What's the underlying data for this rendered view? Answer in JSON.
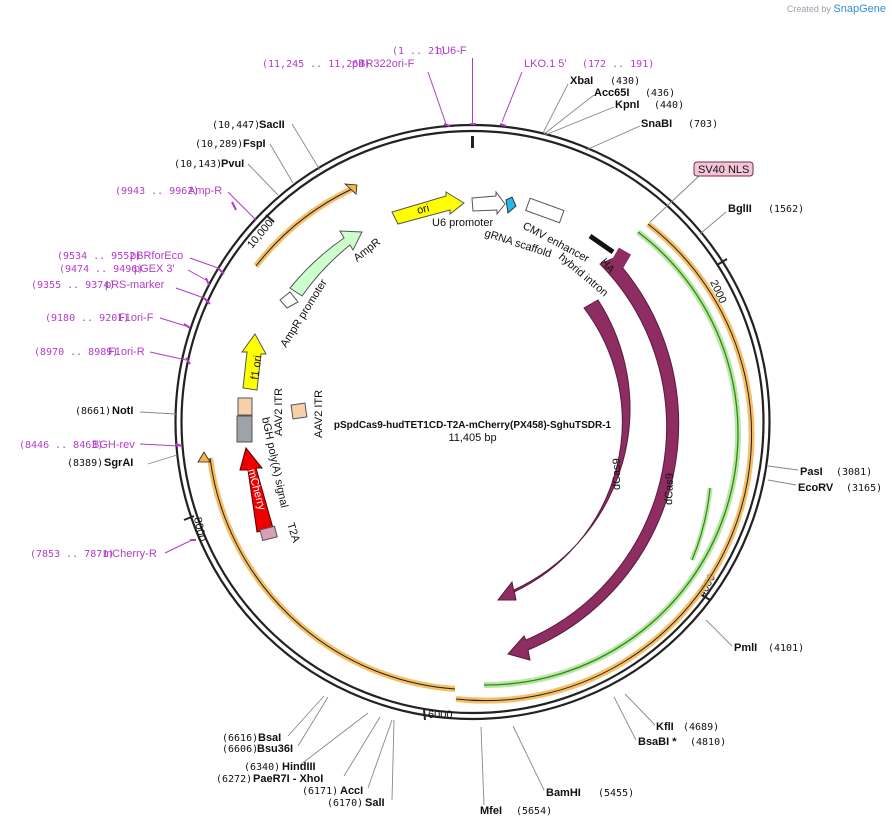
{
  "credit": {
    "created_by": "Created by",
    "brand": "SnapGene"
  },
  "plasmid": {
    "name": "pSpdCas9-hudTET1CD-T2A-mCherry(PX458)-SghuTSDR-1",
    "size_label": "11,405 bp",
    "length": 11405
  },
  "ticks": [
    {
      "pos": 0,
      "label": ""
    },
    {
      "pos": 2000,
      "label": "2000"
    },
    {
      "pos": 4000,
      "label": "4000"
    },
    {
      "pos": 6000,
      "label": "6000"
    },
    {
      "pos": 8000,
      "label": "8000"
    },
    {
      "pos": 10000,
      "label": "10,000"
    }
  ],
  "enzymes": [
    {
      "name": "XbaI",
      "pos": 430,
      "pos_label": "(430)"
    },
    {
      "name": "Acc65I",
      "pos": 436,
      "pos_label": "(436)"
    },
    {
      "name": "KpnI",
      "pos": 440,
      "pos_label": "(440)"
    },
    {
      "name": "SnaBI",
      "pos": 703,
      "pos_label": "(703)"
    },
    {
      "name": "BglII",
      "pos": 1562,
      "pos_label": "(1562)"
    },
    {
      "name": "PasI",
      "pos": 3081,
      "pos_label": "(3081)"
    },
    {
      "name": "EcoRV",
      "pos": 3165,
      "pos_label": "(3165)"
    },
    {
      "name": "PmlI",
      "pos": 4101,
      "pos_label": "(4101)"
    },
    {
      "name": "KflI",
      "pos": 4689,
      "pos_label": "(4689)"
    },
    {
      "name": "BsaBI *",
      "pos": 4810,
      "pos_label": "(4810)"
    },
    {
      "name": "BamHI",
      "pos": 5455,
      "pos_label": "(5455)"
    },
    {
      "name": "MfeI",
      "pos": 5654,
      "pos_label": "(5654)"
    },
    {
      "name": "SalI",
      "pos": 6170,
      "pos_label": "(6170)"
    },
    {
      "name": "AccI",
      "pos": 6171,
      "pos_label": "(6171)"
    },
    {
      "name": "PaeR7I - XhoI",
      "pos": 6272,
      "pos_label": "(6272)"
    },
    {
      "name": "HindIII",
      "pos": 6340,
      "pos_label": "(6340)"
    },
    {
      "name": "Bsu36I",
      "pos": 6606,
      "pos_label": "(6606)"
    },
    {
      "name": "BsaI",
      "pos": 6616,
      "pos_label": "(6616)"
    },
    {
      "name": "SgrAI",
      "pos": 8389,
      "pos_label": "(8389)"
    },
    {
      "name": "NotI",
      "pos": 8661,
      "pos_label": "(8661)"
    },
    {
      "name": "PvuI",
      "pos": 10143,
      "pos_label": "(10,143)"
    },
    {
      "name": "FspI",
      "pos": 10289,
      "pos_label": "(10,289)"
    },
    {
      "name": "SacII",
      "pos": 10447,
      "pos_label": "(10,447)"
    }
  ],
  "primers": [
    {
      "name": "hU6-F",
      "range_label": "(1 .. 21)"
    },
    {
      "name": "LKO.1 5'",
      "range_label": "(172 .. 191)"
    },
    {
      "name": "pBR322ori-F",
      "range_label": "(11,245 .. 11,264)"
    },
    {
      "name": "Amp-R",
      "range_label": "(9943 .. 9962)"
    },
    {
      "name": "pBRforEco",
      "range_label": "(9534 .. 9552)"
    },
    {
      "name": "pGEX 3'",
      "range_label": "(9474 .. 9496)"
    },
    {
      "name": "pRS-marker",
      "range_label": "(9355 .. 9374)"
    },
    {
      "name": "F1ori-F",
      "range_label": "(9180 .. 9201)"
    },
    {
      "name": "F1ori-R",
      "range_label": "(8970 .. 8989)"
    },
    {
      "name": "BGH-rev",
      "range_label": "(8446 .. 8463)"
    },
    {
      "name": "mCherry-R",
      "range_label": "(7853 .. 7871)"
    }
  ],
  "features": {
    "sv40_nls": "SV40 NLS",
    "ori": "ori",
    "u6_promoter": "U6 promoter",
    "grna_scaffold": "gRNA scaffold",
    "cmv_enhancer": "CMV enhancer",
    "hybrid_intron": "hybrid intron",
    "ha": "HA",
    "dcas9_inner": "dCas9",
    "dcas9_outer": "dCas9",
    "ampr": "AmpR",
    "ampr_promoter": "AmpR promoter",
    "f1_ori": "f1 ori",
    "aav2_itr_left": "AAV2 ITR",
    "aav2_itr_right": "AAV2 ITR",
    "bgh_polya": "bGH poly(A) signal",
    "mcherry": "mCherry",
    "t2a": "T2A"
  },
  "colors": {
    "backbone": "#222222",
    "primer": "#b33cc8",
    "dcas9": "#8e2d62",
    "ori": "#ffff00",
    "ampr": "#ccffcc",
    "mcherry": "#ee0000",
    "nls_box": "#f2c6d6",
    "orange_arc": "#f5b34a",
    "green_arc": "#2a8a10",
    "grna": "#22b8e8",
    "itr": "#f7cfa8",
    "polya": "#9da3a8"
  }
}
